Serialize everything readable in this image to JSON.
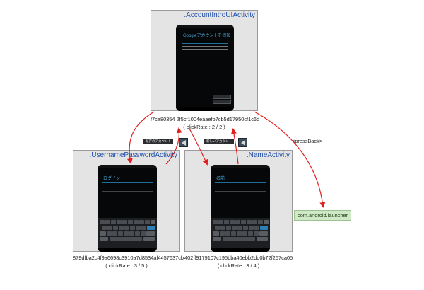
{
  "nodes": {
    "account_intro": {
      "title": ".AccountIntroUIActivity",
      "hash": "f7ca80354 2f5cf1004eaaefb7cb5d17950cf1c6d",
      "rate": "( clickRate : 2 / 2 )",
      "screen_title": "Googleアカウントを追加"
    },
    "username_password": {
      "title": ".UsernamePasswordActivity",
      "hash": "879dfba2c4f9a6698c3910a7d8534af4457637cb",
      "rate": "( clickRate : 3 / 5 )",
      "screen_title": "ログイン"
    },
    "name": {
      "title": ".NameActivity",
      "hash": "402ff9179107c195bba40ebb2dd0b72f257ca05",
      "rate": "( clickRate : 3 / 4 )",
      "screen_title": "名前"
    },
    "launcher": {
      "label": "com.android.launcher"
    }
  },
  "edges": {
    "existing_account": "既存のアカウント",
    "new_account": "新しいアカウント",
    "press_back": "<pressBack>"
  },
  "icons": {
    "back": "back-arrow-icon"
  },
  "colors": {
    "arrow": "#e02020",
    "title": "#1f4ea8",
    "node_bg": "#e4e4e4",
    "launcher_bg": "#cfe8c8"
  }
}
